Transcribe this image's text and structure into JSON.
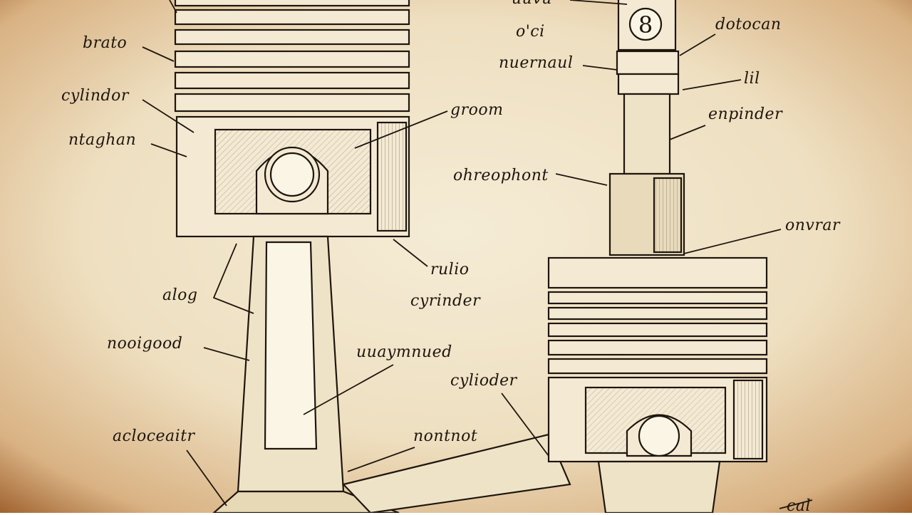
{
  "palette": {
    "paper": "#f1e6cd",
    "edge": "#b87a3e",
    "ink": "#1e160e",
    "shade": "#d9c7a3"
  },
  "badge": "8",
  "labels": {
    "top_cut": "uuvu",
    "brato": "brato",
    "cylinder_a": "cylindor",
    "ntaghan": "ntaghan",
    "groom": "groom",
    "ochi": "o'ci",
    "nuernal": "nuernaul",
    "dotocan": "dotocan",
    "lil": "lil",
    "enpinder": "enpinder",
    "ohreephont": "ohreophont",
    "onvrar": "onvrar",
    "rulio": "rulio",
    "cyrinder": "cyrinder",
    "alog": "alog",
    "nooigood": "nooigood",
    "uuaymnued": "uuaymnued",
    "cylioder": "cylioder",
    "acloceaiur": "acloceaitr",
    "nontnot": "nontnot",
    "cal": "cal"
  }
}
